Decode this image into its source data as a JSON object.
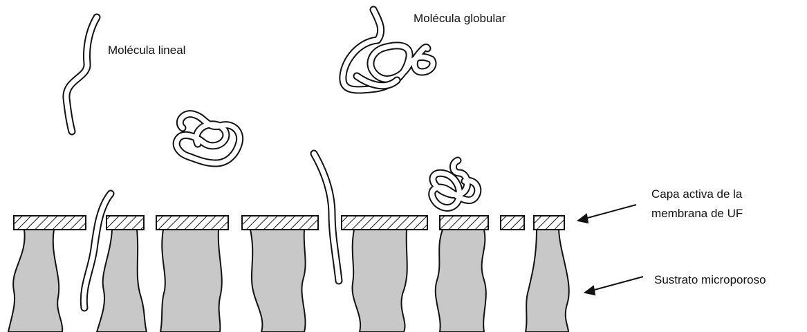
{
  "labels": {
    "linear_molecule": "Molécula lineal",
    "globular_molecule": "Molécula globular",
    "active_layer_line1": "Capa activa de la",
    "active_layer_line2": "membrana de UF",
    "substrate": "Sustrato microporoso"
  },
  "colors": {
    "ink": "#111111",
    "substrate_fill": "#c8c8c8",
    "background": "#ffffff"
  }
}
